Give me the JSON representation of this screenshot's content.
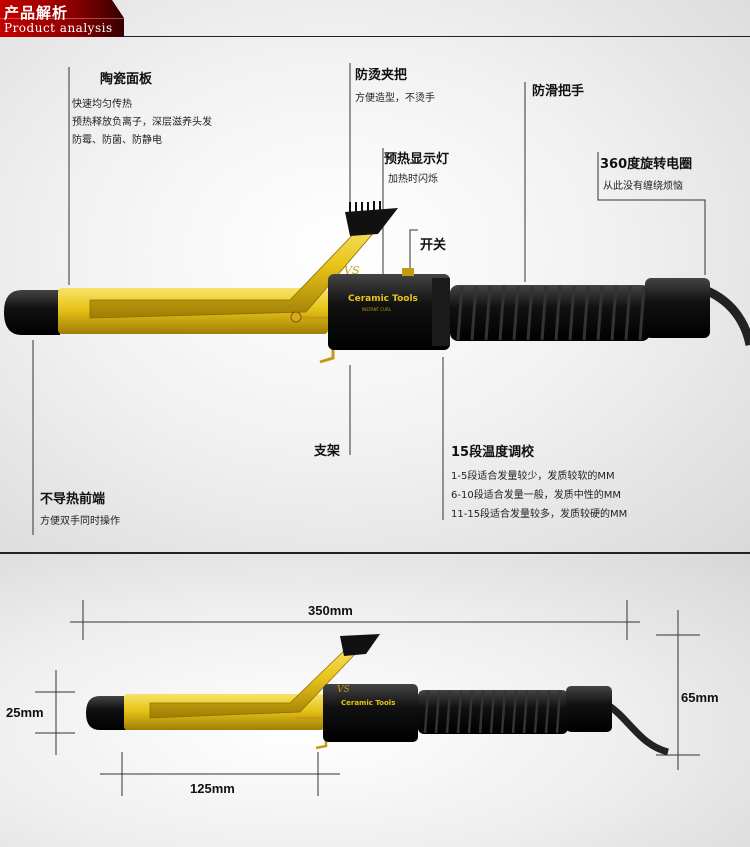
{
  "header": {
    "title": "产品解析",
    "subtitle": "Product analysis"
  },
  "product": {
    "brand": "VS",
    "band_text": "Ceramic Tools",
    "band_subtext": "INSTANT CURL",
    "barrel_color": "#e8c418",
    "body_color": "#111111"
  },
  "callouts": {
    "ceramic_plate": {
      "title": "陶瓷面板",
      "lines": [
        "快速均匀传热",
        "预热释放负离子，深层滋养头发",
        "防霉、防菌、防静电"
      ]
    },
    "clamp": {
      "title": "防烫夹把",
      "lines": [
        "方便造型，不烫手"
      ]
    },
    "indicator": {
      "title": "预热显示灯",
      "lines": [
        "加热时闪烁"
      ]
    },
    "switch": {
      "title": "开关"
    },
    "grip": {
      "title": "防滑把手"
    },
    "swivel": {
      "title": "360度旋转电圈",
      "lines": [
        "从此没有缠绕烦恼"
      ]
    },
    "stand": {
      "title": "支架"
    },
    "temperature": {
      "title": "15段温度调校",
      "lines": [
        "1-5段适合发量较少，发质较软的MM",
        "6-10段适合发量一般，发质中性的MM",
        "11-15段适合发量较多，发质较硬的MM"
      ]
    },
    "tip": {
      "title": "不导热前端",
      "lines": [
        "方便双手同时操作"
      ]
    }
  },
  "dimensions": {
    "length": "350mm",
    "barrel_diameter": "25mm",
    "barrel_length": "125mm",
    "height": "65mm"
  }
}
